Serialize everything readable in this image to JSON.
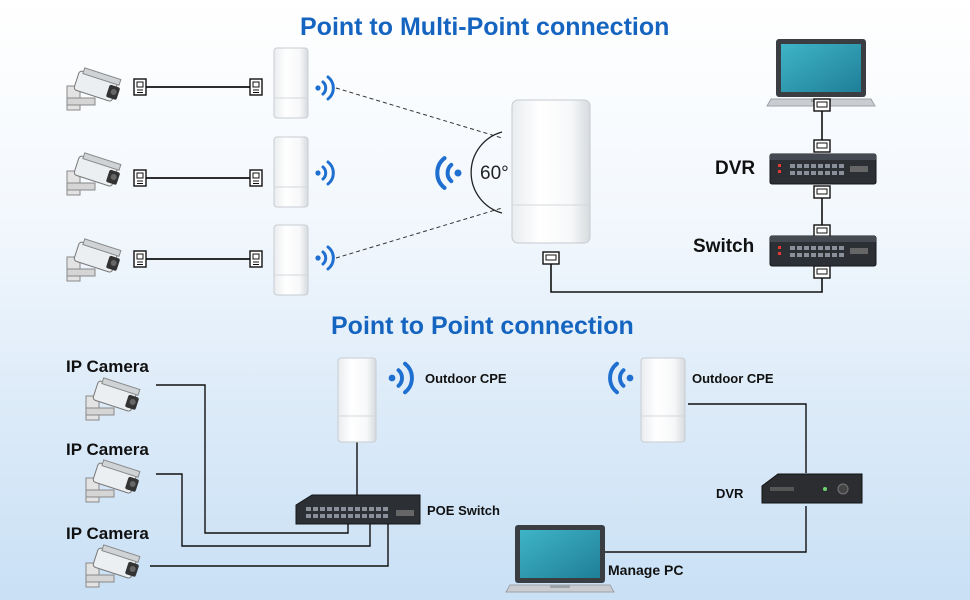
{
  "titles": {
    "multipoint": "Point to Multi-Point connection",
    "point_to_point": "Point to Point connection"
  },
  "labels": {
    "angle": "60°",
    "dvr_top": "DVR",
    "switch_top": "Switch",
    "ip_camera_1": "IP Camera",
    "ip_camera_2": "IP Camera",
    "ip_camera_3": "IP Camera",
    "outdoor_cpe_left": "Outdoor CPE",
    "outdoor_cpe_right": "Outdoor CPE",
    "poe_switch": "POE Switch",
    "dvr_bottom": "DVR",
    "manage_pc": "Manage PC"
  },
  "colors": {
    "title_blue": "#1565c0",
    "signal_blue": "#1e6fd0",
    "screen_teal": "#2f9fb4"
  },
  "icons": {
    "camera": "cctv-camera-icon",
    "connector": "rj45-connector-icon",
    "cpe": "outdoor-cpe-icon",
    "signal": "wifi-signal-icon",
    "switch": "network-switch-icon",
    "dvr": "dvr-icon",
    "laptop": "laptop-icon"
  }
}
